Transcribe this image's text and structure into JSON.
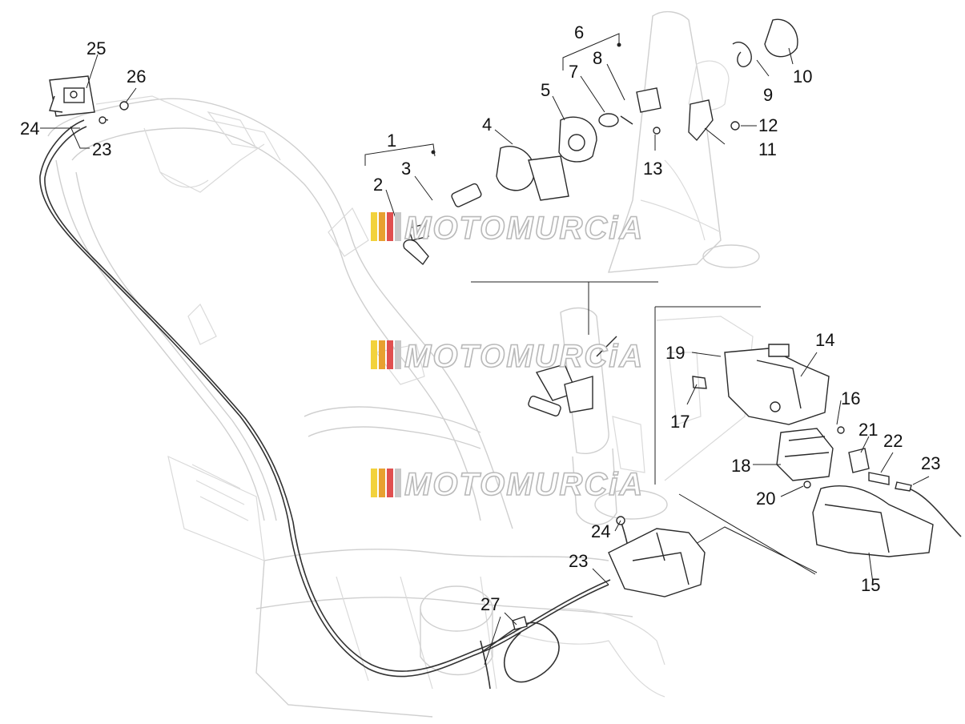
{
  "watermark": {
    "text": "MOTOMURCiA",
    "colors": [
      "#f2d23c",
      "#e8a030",
      "#e05050",
      "#c8c8c8"
    ]
  },
  "callouts": [
    {
      "id": "1",
      "text": "1"
    },
    {
      "id": "2",
      "text": "2"
    },
    {
      "id": "3",
      "text": "3"
    },
    {
      "id": "4",
      "text": "4"
    },
    {
      "id": "5",
      "text": "5"
    },
    {
      "id": "6",
      "text": "6"
    },
    {
      "id": "7",
      "text": "7"
    },
    {
      "id": "8",
      "text": "8"
    },
    {
      "id": "9",
      "text": "9"
    },
    {
      "id": "10",
      "text": "10"
    },
    {
      "id": "11",
      "text": "11"
    },
    {
      "id": "12",
      "text": "12"
    },
    {
      "id": "13",
      "text": "13"
    },
    {
      "id": "14",
      "text": "14"
    },
    {
      "id": "15",
      "text": "15"
    },
    {
      "id": "16",
      "text": "16"
    },
    {
      "id": "17",
      "text": "17"
    },
    {
      "id": "18",
      "text": "18"
    },
    {
      "id": "19",
      "text": "19"
    },
    {
      "id": "20",
      "text": "20"
    },
    {
      "id": "21",
      "text": "21"
    },
    {
      "id": "22",
      "text": "22"
    },
    {
      "id": "23a",
      "text": "23"
    },
    {
      "id": "23b",
      "text": "23"
    },
    {
      "id": "23c",
      "text": "23"
    },
    {
      "id": "24a",
      "text": "24"
    },
    {
      "id": "24b",
      "text": "24"
    },
    {
      "id": "25",
      "text": "25"
    },
    {
      "id": "26",
      "text": "26"
    },
    {
      "id": "27",
      "text": "27"
    }
  ]
}
